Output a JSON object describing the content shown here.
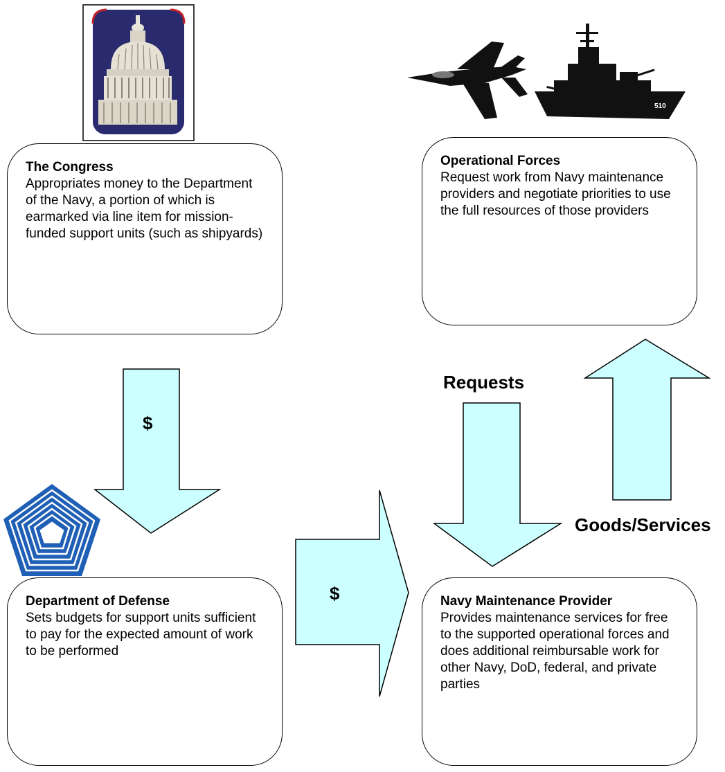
{
  "nodes": {
    "congress": {
      "title": "The Congress",
      "body": "Appropriates money to the Department of the Navy, a portion of which is earmarked via line item for mission-funded support units (such as shipyards)"
    },
    "operational_forces": {
      "title": "Operational Forces",
      "body": "Request work from Navy maintenance providers and negotiate priorities to use the full resources of those providers"
    },
    "dod": {
      "title": "Department of Defense",
      "body": "Sets budgets for support units sufficient to pay for the expected amount of work to be performed"
    },
    "navy_provider": {
      "title": "Navy Maintenance Provider",
      "body": "Provides maintenance services for free to the supported operational forces and does additional reimbursable work for other Navy, DoD, federal, and private parties"
    }
  },
  "edges": {
    "congress_to_dod": {
      "label": "$"
    },
    "dod_to_provider": {
      "label": "$"
    },
    "requests": {
      "label": "Requests"
    },
    "goods_services": {
      "label": "Goods/Services"
    }
  },
  "icons": {
    "capitol": "capitol-dome-icon",
    "pentagon": "pentagon-icon",
    "jet": "fighter-jet-icon",
    "ship": "warship-icon",
    "ship_hull_number": "510"
  },
  "colors": {
    "arrow_fill": "#ccffff",
    "pentagon_blue": "#1f5fb5",
    "capitol_bg": "#2a2a6e"
  }
}
